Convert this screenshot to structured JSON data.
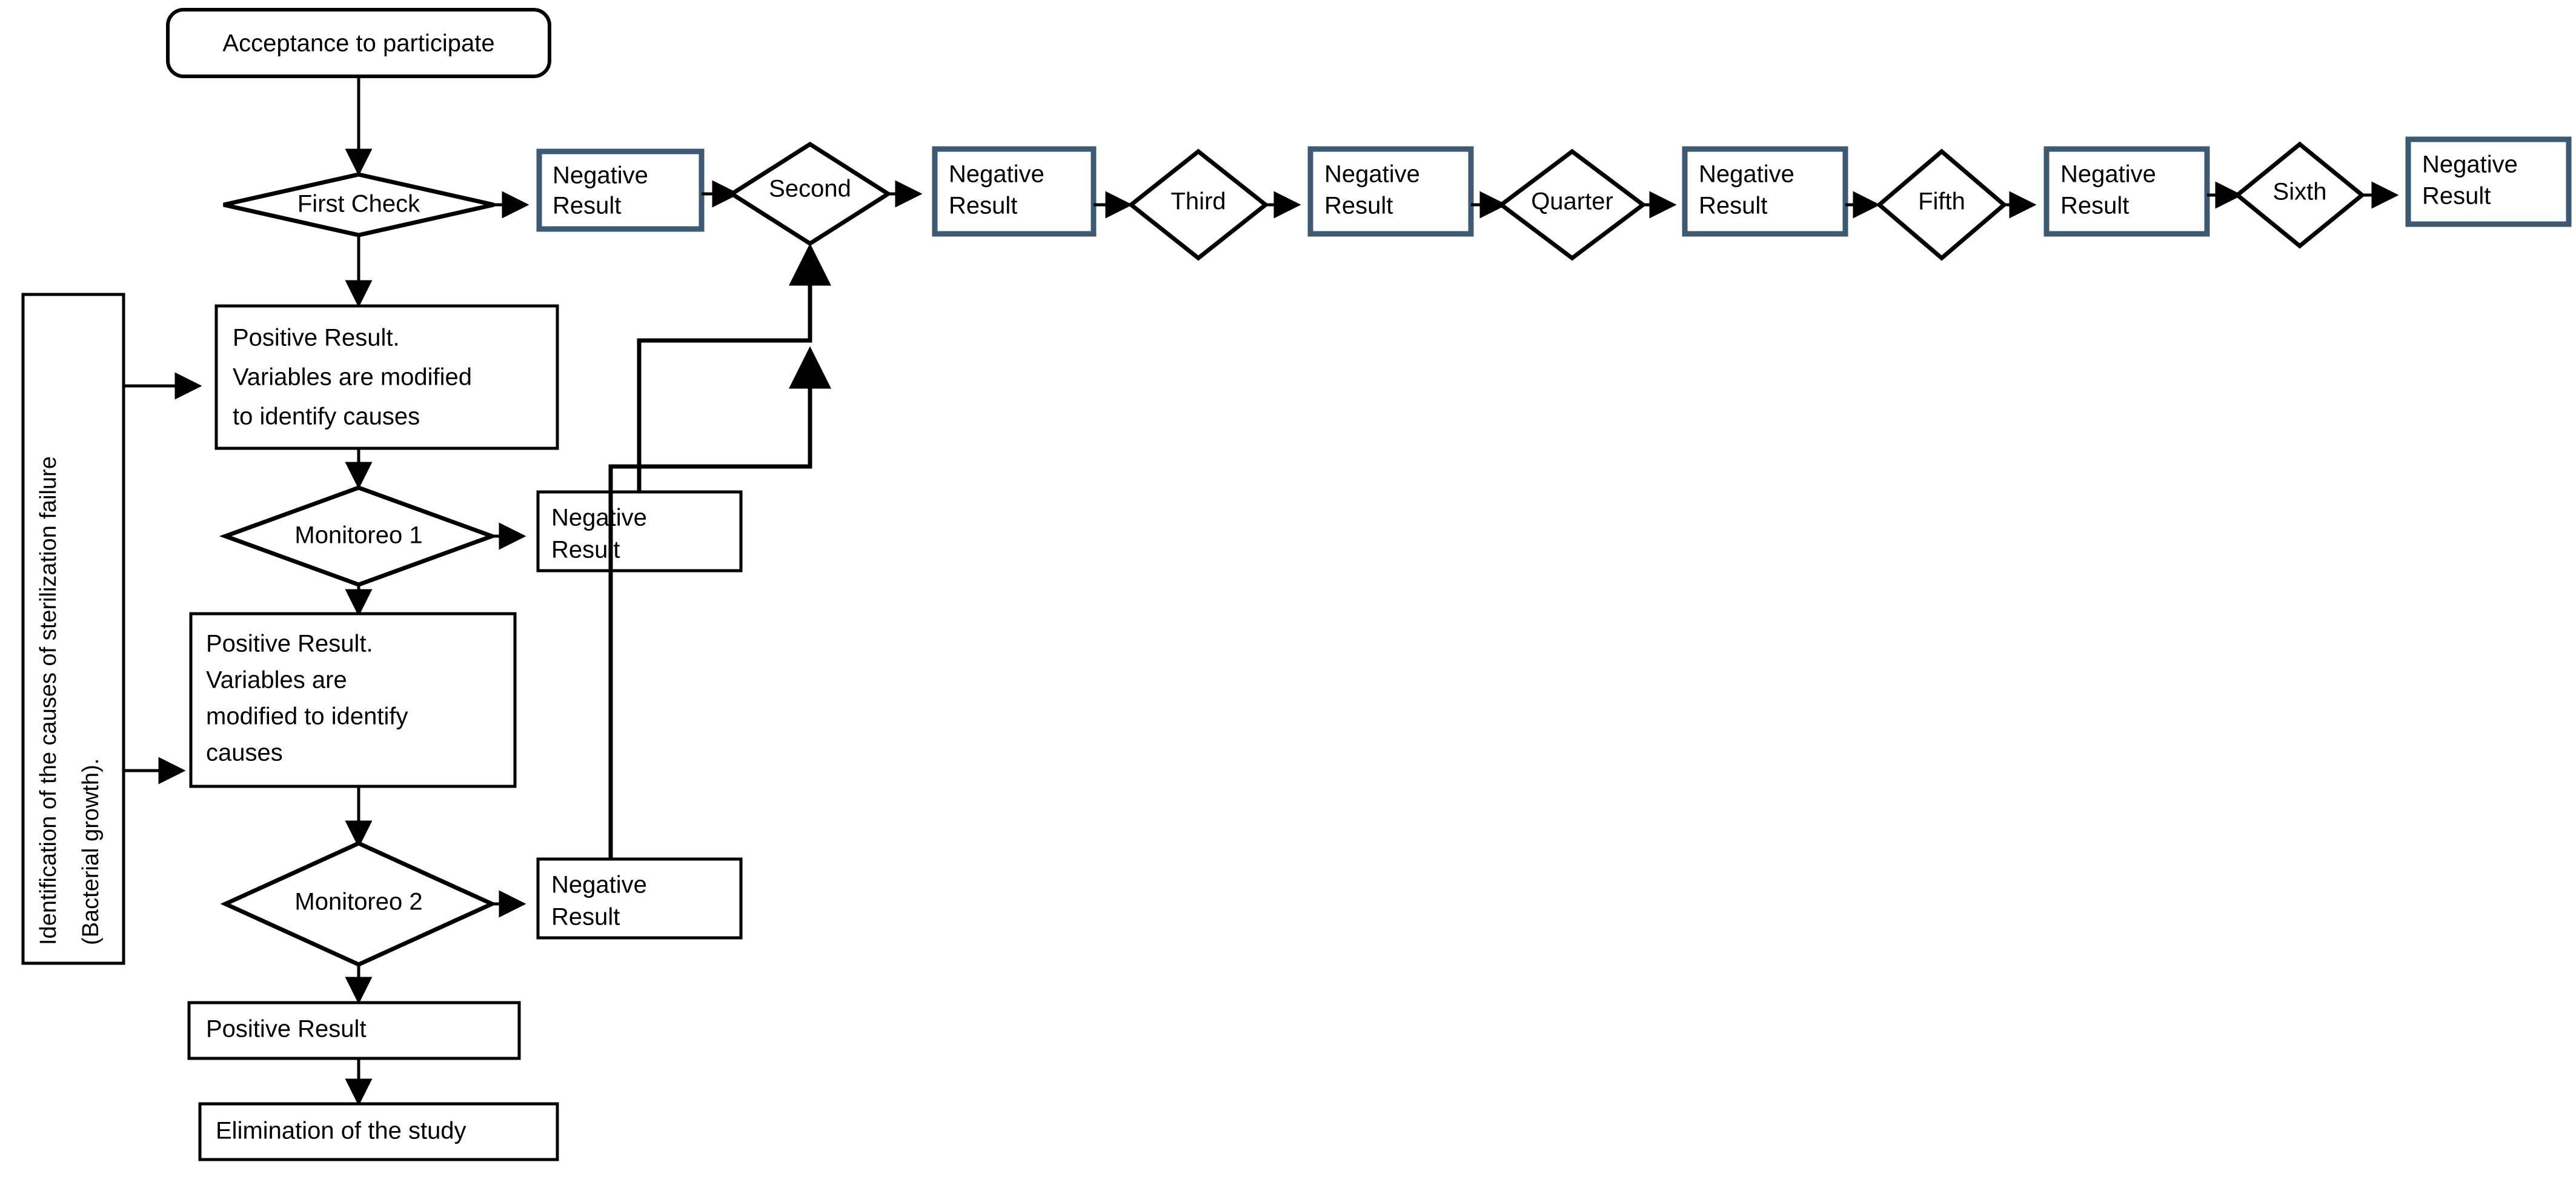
{
  "diagram": {
    "title": "Sterilization failure study flowchart",
    "accent_border_color": "#3d5a72",
    "line_color": "#000000",
    "background_color": "#ffffff"
  },
  "nodes": {
    "start": {
      "label": "Acceptance to participate",
      "shape": "rounded-rect"
    },
    "first_check": {
      "label": "First Check",
      "shape": "diamond"
    },
    "neg1": {
      "label_line1": "Negative",
      "label_line2": "Result",
      "shape": "rect-accent"
    },
    "second": {
      "label": "Second",
      "shape": "diamond"
    },
    "neg2": {
      "label_line1": "Negative",
      "label_line2": "Result",
      "shape": "rect-accent"
    },
    "third": {
      "label": "Third",
      "shape": "diamond"
    },
    "neg3": {
      "label_line1": "Negative",
      "label_line2": "Result",
      "shape": "rect-accent"
    },
    "quarter": {
      "label": "Quarter",
      "shape": "diamond"
    },
    "neg4": {
      "label_line1": "Negative",
      "label_line2": "Result",
      "shape": "rect-accent"
    },
    "fifth": {
      "label": "Fifth",
      "shape": "diamond"
    },
    "neg5": {
      "label_line1": "Negative",
      "label_line2": "Result",
      "shape": "rect-accent"
    },
    "sixth": {
      "label": "Sixth",
      "shape": "diamond"
    },
    "neg6": {
      "label_line1": "Negative",
      "label_line2": "Result",
      "shape": "rect-accent"
    },
    "side_label": {
      "label_line1": "Identification of the causes of sterilization failure",
      "label_line2": "(Bacterial growth).",
      "shape": "rect-vertical-text"
    },
    "positive1": {
      "label_line1": "Positive Result.",
      "label_line2": "Variables are modified",
      "label_line3": "to identify causes",
      "shape": "rect"
    },
    "monitoreo1": {
      "label": "Monitoreo 1",
      "shape": "diamond"
    },
    "neg_m1": {
      "label_line1": "Negative",
      "label_line2": "Result",
      "shape": "rect"
    },
    "positive2": {
      "label_line1": "Positive Result.",
      "label_line2": "Variables are",
      "label_line3": "modified to identify",
      "label_line4": "causes",
      "shape": "rect"
    },
    "monitoreo2": {
      "label": "Monitoreo 2",
      "shape": "diamond"
    },
    "neg_m2": {
      "label_line1": "Negative",
      "label_line2": "Result",
      "shape": "rect"
    },
    "positive_final": {
      "label": "Positive Result",
      "shape": "rect"
    },
    "elimination": {
      "label": "Elimination of the study",
      "shape": "rect"
    }
  },
  "edges": [
    {
      "from": "start",
      "to": "first_check",
      "direction": "down"
    },
    {
      "from": "first_check",
      "to": "neg1",
      "direction": "right"
    },
    {
      "from": "neg1",
      "to": "second",
      "direction": "right"
    },
    {
      "from": "second",
      "to": "neg2",
      "direction": "right"
    },
    {
      "from": "neg2",
      "to": "third",
      "direction": "right"
    },
    {
      "from": "third",
      "to": "neg3",
      "direction": "right"
    },
    {
      "from": "neg3",
      "to": "quarter",
      "direction": "right"
    },
    {
      "from": "quarter",
      "to": "neg4",
      "direction": "right"
    },
    {
      "from": "neg4",
      "to": "fifth",
      "direction": "right"
    },
    {
      "from": "fifth",
      "to": "neg5",
      "direction": "right"
    },
    {
      "from": "neg5",
      "to": "sixth",
      "direction": "right"
    },
    {
      "from": "sixth",
      "to": "neg6",
      "direction": "right"
    },
    {
      "from": "first_check",
      "to": "positive1",
      "direction": "down"
    },
    {
      "from": "side_label",
      "to": "positive1",
      "direction": "right"
    },
    {
      "from": "side_label",
      "to": "positive2",
      "direction": "right"
    },
    {
      "from": "positive1",
      "to": "monitoreo1",
      "direction": "down"
    },
    {
      "from": "monitoreo1",
      "to": "neg_m1",
      "direction": "right"
    },
    {
      "from": "monitoreo1",
      "to": "positive2",
      "direction": "down"
    },
    {
      "from": "positive2",
      "to": "monitoreo2",
      "direction": "down"
    },
    {
      "from": "monitoreo2",
      "to": "neg_m2",
      "direction": "right"
    },
    {
      "from": "monitoreo2",
      "to": "positive_final",
      "direction": "down"
    },
    {
      "from": "positive_final",
      "to": "elimination",
      "direction": "down"
    },
    {
      "from": "neg_m1",
      "to": "second",
      "direction": "feedback-up"
    },
    {
      "from": "neg_m2",
      "to": "second",
      "direction": "feedback-up"
    }
  ]
}
